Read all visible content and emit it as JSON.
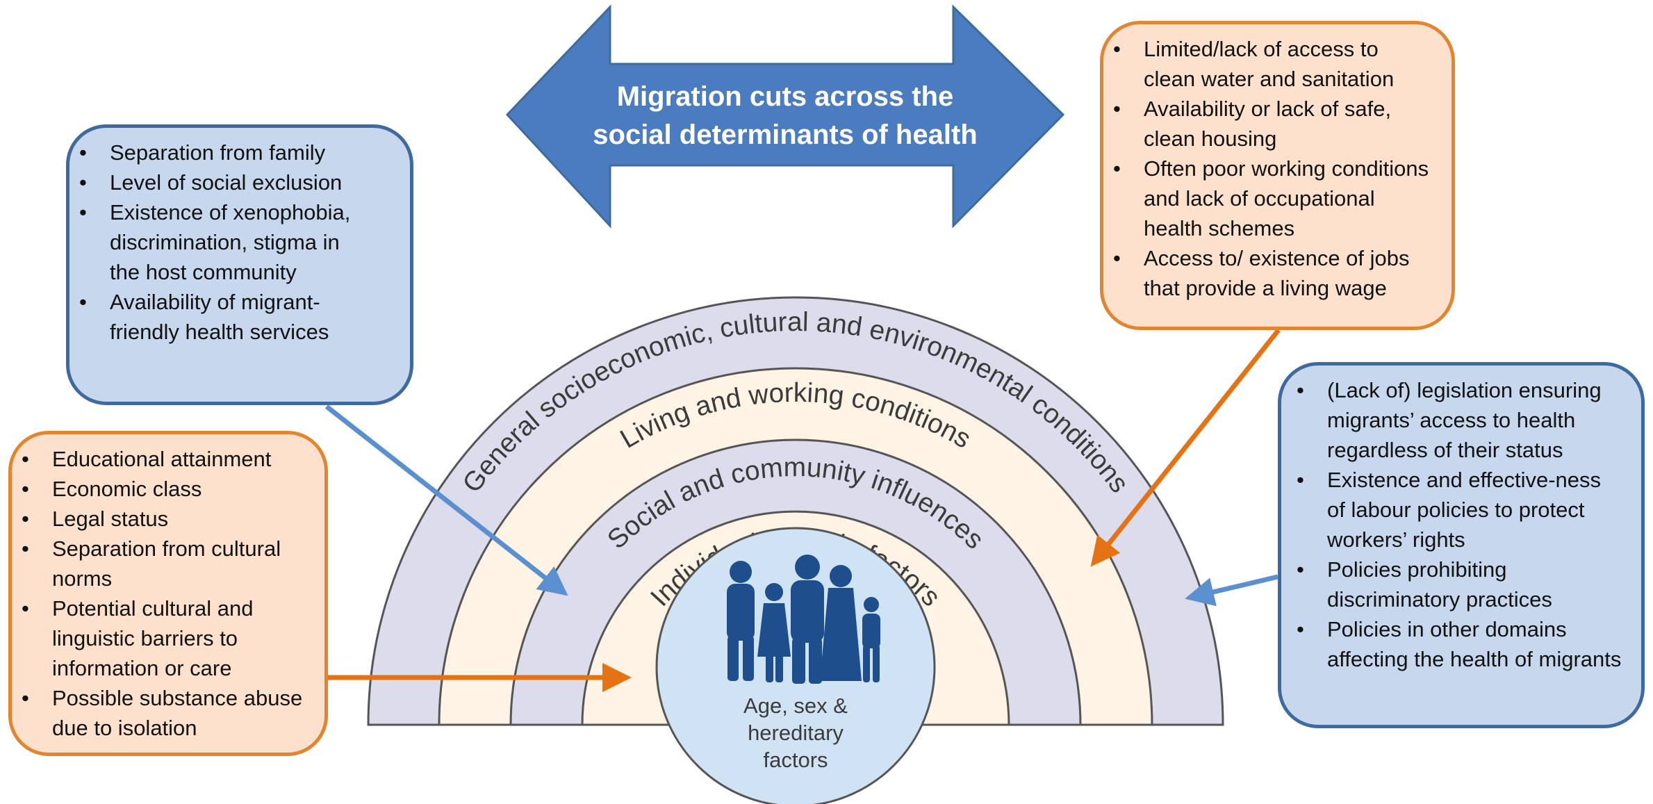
{
  "title": {
    "line1": "Migration cuts across the",
    "line2": "social determinants of health"
  },
  "rings": [
    "General socioeconomic, cultural and environmental conditions",
    "Living and working conditions",
    "Social and community influences",
    "Individual lifestyle factors"
  ],
  "center": {
    "line1": "Age, sex &",
    "line2": "hereditary",
    "line3": "factors",
    "icon": "family-icon"
  },
  "boxes": {
    "top_left": [
      "Separation from family",
      "Level of social exclusion",
      "Existence of xenophobia, discrimination, stigma in the host community",
      "Availability of migrant-friendly health services"
    ],
    "top_right": [
      "Limited/lack of access to clean water and sanitation",
      "Availability or lack of safe, clean housing",
      "Often poor working conditions and lack of occupational health schemes",
      "Access to/ existence  of jobs that provide a living wage"
    ],
    "bottom_left": [
      "Educational attainment",
      "Economic class",
      "Legal status",
      "Separation from cultural norms",
      "Potential cultural  and linguistic barriers to information or care",
      "Possible substance abuse due to isolation"
    ],
    "bottom_right": [
      "(Lack of) legislation ensuring migrants’ access to health regardless of their status",
      "Existence and effective-ness of labour policies to protect workers’ rights",
      "Policies prohibiting discriminatory practices",
      "Policies in other domains affecting the health of migrants"
    ]
  },
  "colors": {
    "arrow_blue": "#4a7cbf",
    "box_blue_fill": "#c6d7ee",
    "box_blue_border": "#3e6aa0",
    "box_orange_fill": "#fde1cd",
    "box_orange_border": "#e2852e",
    "ring_lavender": "#dcdcec",
    "ring_cream": "#fef3e4",
    "center_circle": "#cfe3f5",
    "family_silhouette": "#1e4f8c"
  }
}
